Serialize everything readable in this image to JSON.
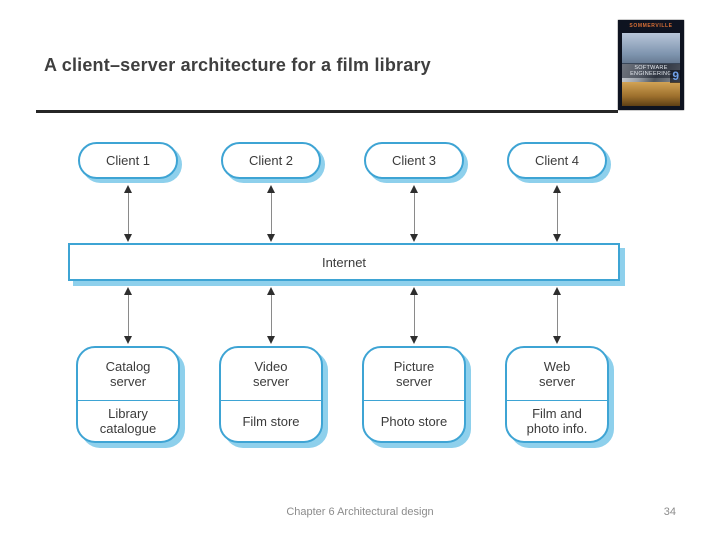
{
  "slide": {
    "title": "A client–server architecture for a film library",
    "footer": {
      "text": "Chapter 6 Architectural design",
      "page": "34"
    }
  },
  "book": {
    "author": "SOMMERVILLE",
    "title": "SOFTWARE ENGINEERING",
    "edition": "9"
  },
  "diagram": {
    "clients": [
      {
        "label": "Client 1"
      },
      {
        "label": "Client 2"
      },
      {
        "label": "Client 3"
      },
      {
        "label": "Client 4"
      }
    ],
    "network": {
      "label": "Internet"
    },
    "servers": [
      {
        "name": "Catalog\nserver",
        "store": "Library\ncatalogue"
      },
      {
        "name": "Video\nserver",
        "store": "Film store"
      },
      {
        "name": "Picture\nserver",
        "store": "Photo store"
      },
      {
        "name": "Web\nserver",
        "store": "Film and\nphoto info."
      }
    ],
    "connections": [
      {
        "from": "Client 1",
        "to": "Internet",
        "style": "double-arrow"
      },
      {
        "from": "Client 2",
        "to": "Internet",
        "style": "double-arrow"
      },
      {
        "from": "Client 3",
        "to": "Internet",
        "style": "double-arrow"
      },
      {
        "from": "Client 4",
        "to": "Internet",
        "style": "double-arrow"
      },
      {
        "from": "Internet",
        "to": "Catalog server",
        "style": "double-arrow"
      },
      {
        "from": "Internet",
        "to": "Video server",
        "style": "double-arrow"
      },
      {
        "from": "Internet",
        "to": "Picture server",
        "style": "double-arrow"
      },
      {
        "from": "Internet",
        "to": "Web server",
        "style": "double-arrow"
      }
    ],
    "colors": {
      "node_border": "#3ea4d4",
      "node_shadow": "#8ed0ec",
      "diagram_text": "#3b3b3b",
      "title_text": "#3f3f3f",
      "footer_text": "#8c8c8c"
    }
  }
}
